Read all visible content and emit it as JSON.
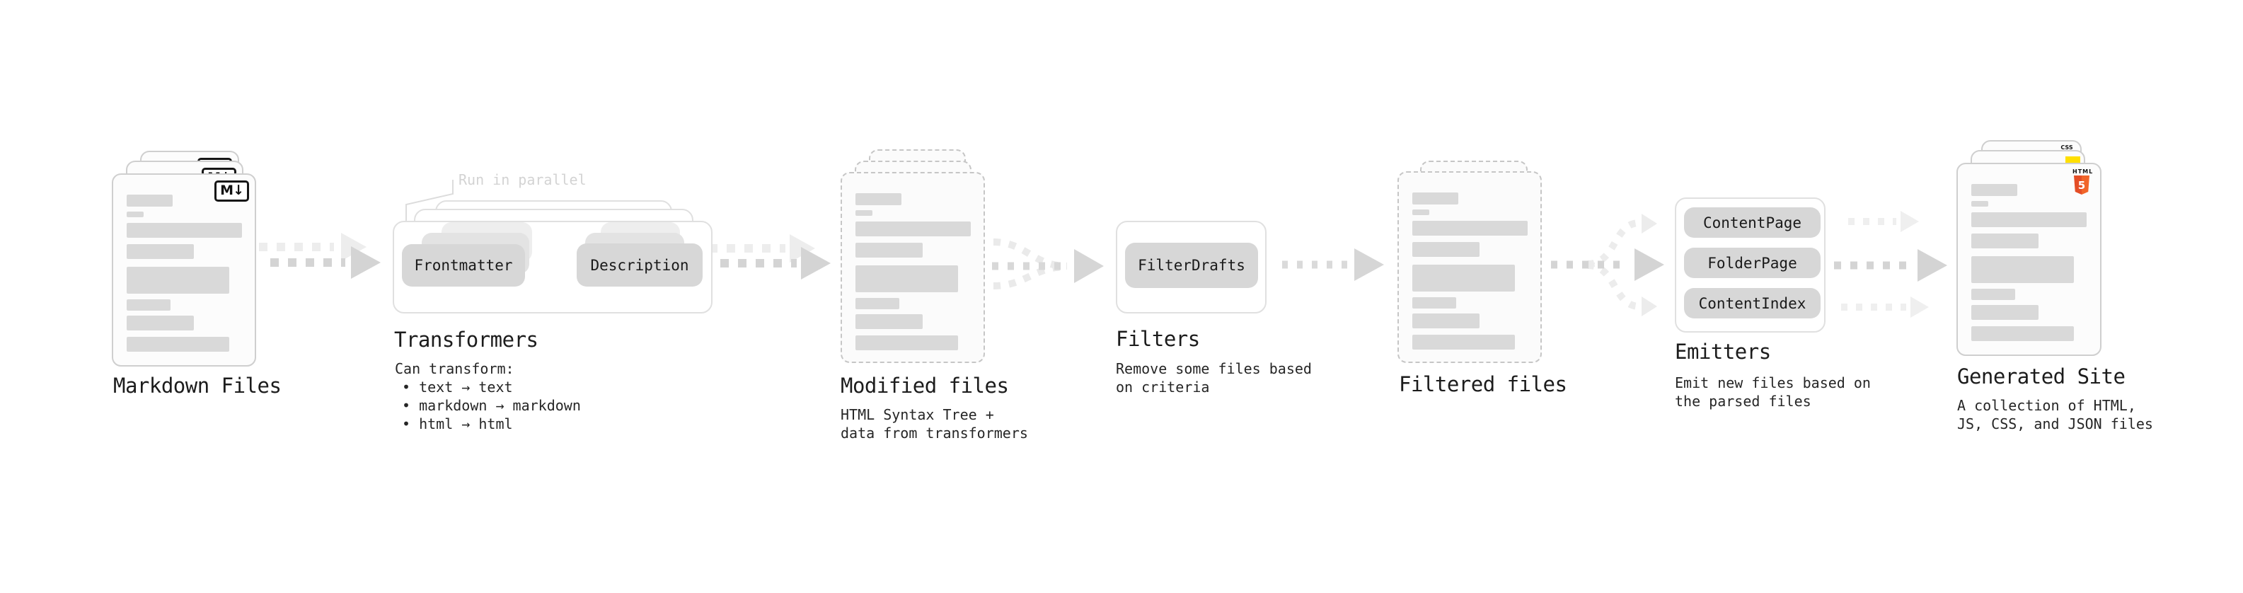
{
  "diagram": {
    "markdown_files": {
      "title": "Markdown Files",
      "badge": "M↓"
    },
    "transformers": {
      "annotation": "Run in parallel",
      "pill_left": "Frontmatter",
      "pill_right": "Description",
      "title": "Transformers",
      "body_lines": [
        "Can transform:",
        "• text → text",
        "• markdown → markdown",
        "• html → html"
      ]
    },
    "modified_files": {
      "title": "Modified files",
      "subtitle_lines": [
        "HTML Syntax Tree +",
        "data from transformers"
      ]
    },
    "filters": {
      "pill": "FilterDrafts",
      "title": "Filters",
      "subtitle_lines": [
        "Remove some files based",
        "on criteria"
      ]
    },
    "filtered_files": {
      "title": "Filtered files"
    },
    "emitters": {
      "pills": [
        "ContentPage",
        "FolderPage",
        "ContentIndex"
      ],
      "title": "Emitters",
      "subtitle_lines": [
        "Emit new files based on",
        "the parsed files"
      ]
    },
    "generated_site": {
      "title": "Generated Site",
      "subtitle_lines": [
        "A collection of HTML,",
        "JS, CSS, and JSON files"
      ],
      "css_badge": "CSS",
      "html_badge_label": "HTML",
      "html_badge_number": "5"
    }
  },
  "colors": {
    "arrow_gray": "#d4d4d4",
    "arrow_light": "#ededed",
    "accent_orange": "#e44d26",
    "accent_yellow": "#ffdf00",
    "accent_blue": "#2f6bff"
  }
}
